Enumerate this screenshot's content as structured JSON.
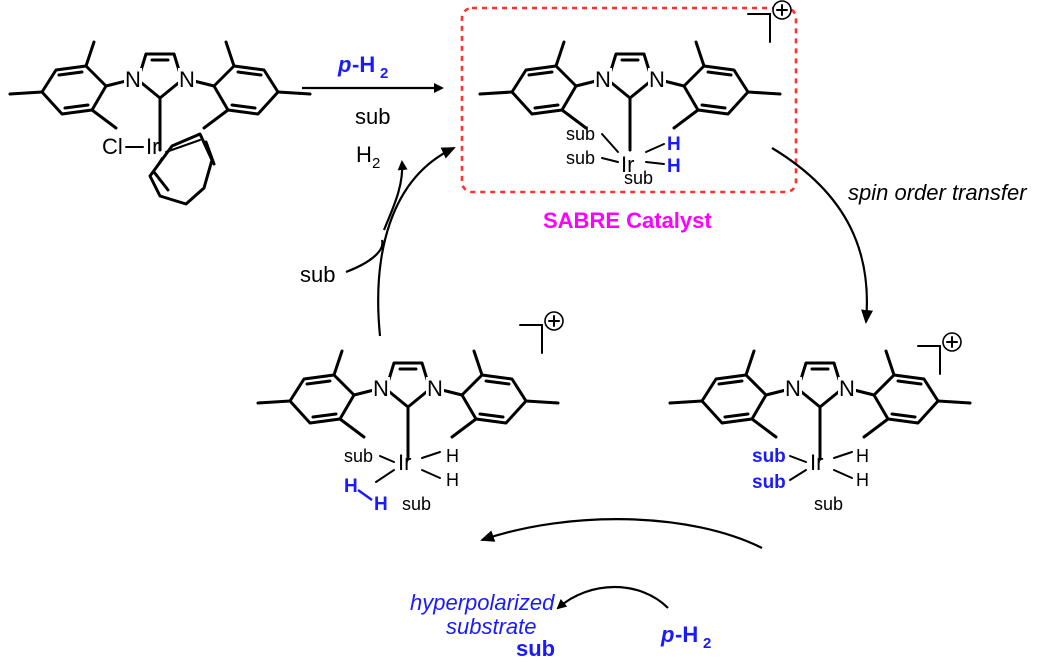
{
  "colors": {
    "blue": "#1a1aff",
    "magenta": "#ff00ff",
    "box": "#ff3030",
    "black": "#000000"
  },
  "atoms": {
    "N": "N",
    "Ir": "Ir",
    "Cl": "Cl",
    "sub": "sub",
    "H": "H",
    "plus": "+"
  },
  "labels": {
    "p_prefix": "p",
    "h2_main": "-H",
    "subscript_2": "2",
    "sub": "sub",
    "h2_out": "H",
    "sub_in": "sub",
    "catalyst": "SABRE Catalyst",
    "spin_transfer": "spin order transfer",
    "hyper_line1": "hyperpolarized",
    "hyper_line2": "substrate",
    "sub_out": "sub"
  }
}
